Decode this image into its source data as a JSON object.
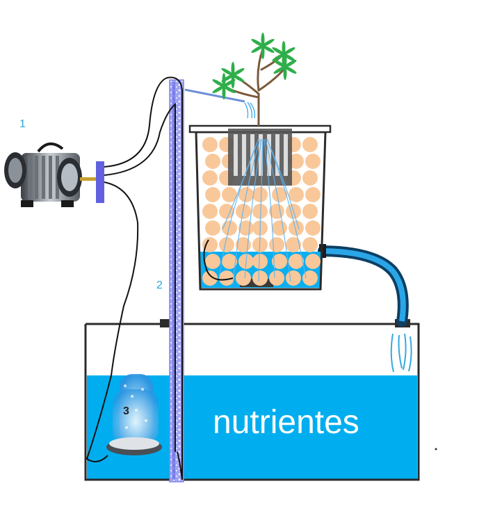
{
  "labels": {
    "pump_number": "1",
    "airlift_tube_number": "2",
    "air_stone_number": "3",
    "reservoir_text": "nutrientes"
  },
  "colors": {
    "water": "#00aeef",
    "tube": "#8a8cf0",
    "clay_pebbles": "#f9c89a",
    "hose": "#1c6fa8",
    "outline": "#2b2b2b",
    "plant_green": "#2fae4a"
  }
}
